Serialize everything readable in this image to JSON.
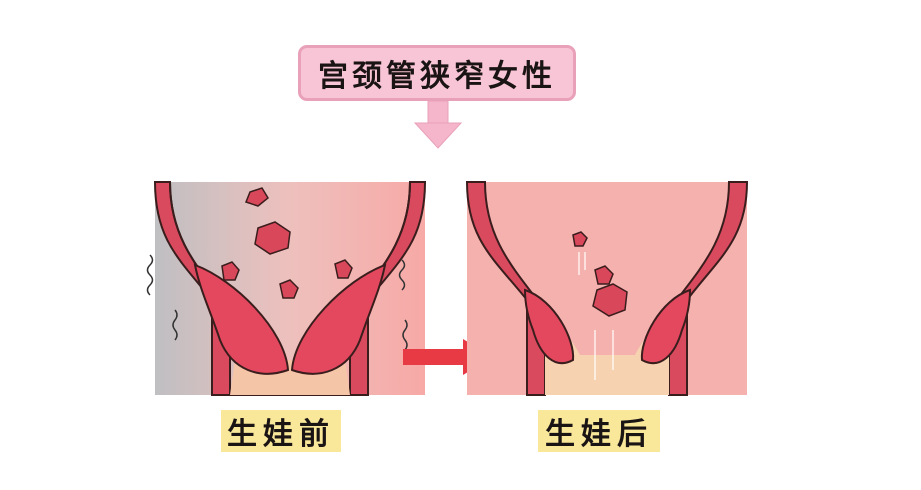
{
  "title": "宫颈管狭窄女性",
  "panels": [
    {
      "label": "生娃前",
      "state": "before-birth",
      "cervix": "narrow"
    },
    {
      "label": "生娃后",
      "state": "after-birth",
      "cervix": "widened"
    }
  ],
  "colors": {
    "title_bg": "#f8c5d6",
    "title_border": "#e9a1ba",
    "label_bg": "#f9e79a",
    "arrow_red": "#e83a45",
    "tissue_red": "#e0455a",
    "tissue_pink": "#f2a0a6",
    "inner_bg": "#f6c2bd"
  },
  "icons": {
    "down_arrow": "pink-down-arrow-icon",
    "right_arrow": "red-right-arrow-icon"
  }
}
